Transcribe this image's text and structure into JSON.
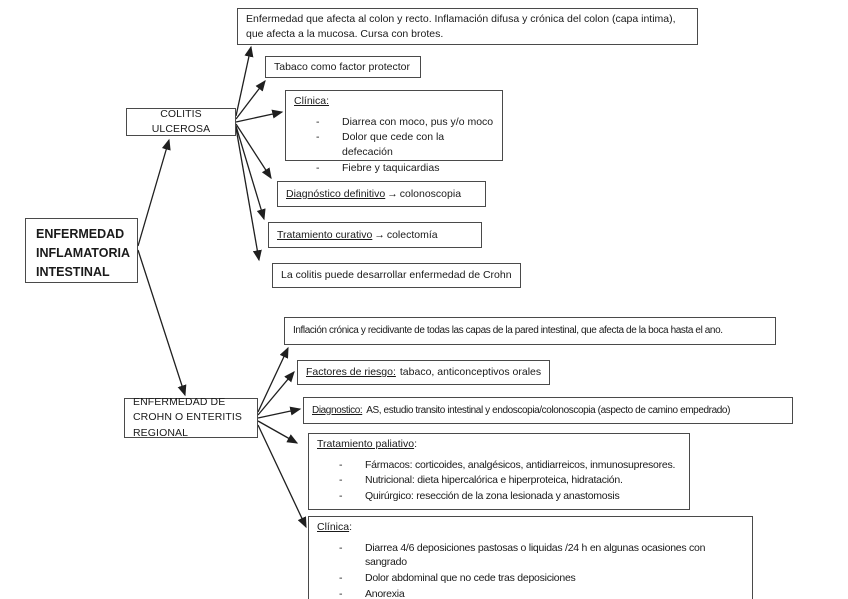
{
  "root": {
    "title": "ENFERMEDAD INFLAMATORIA INTESTINAL"
  },
  "uc": {
    "node_label": "COLITIS ULCEROSA",
    "description": "Enfermedad que afecta al colon y recto. Inflamación difusa y crónica del colon (capa intima), que afecta a la mucosa. Cursa con brotes.",
    "tabaco": "Tabaco como factor protector",
    "clinica": {
      "heading": "Clínica:",
      "items": [
        "Diarrea con moco, pus y/o moco",
        "Dolor que cede con la defecación",
        "Fiebre y taquicardias"
      ]
    },
    "diagnostico": {
      "heading": "Diagnóstico definitivo",
      "arrow": "→",
      "text": "colonoscopia"
    },
    "tratamiento": {
      "heading": "Tratamiento curativo",
      "arrow": "→",
      "text": "colectomía"
    },
    "nota": "La colitis puede desarrollar enfermedad de Crohn"
  },
  "crohn": {
    "node_label": "ENFERMEDAD DE CROHN O ENTERITIS REGIONAL",
    "description": "Inflación crónica y recidivante de todas las capas de la pared intestinal, que afecta de la boca hasta el ano.",
    "factores": {
      "heading": "Factores de riesgo:",
      "text": "tabaco, anticonceptivos orales"
    },
    "diagnostico": {
      "heading": "Diagnostico:",
      "text": "AS, estudio transito intestinal y endoscopia/colonoscopia (aspecto de camino empedrado)"
    },
    "tratamiento": {
      "heading": "Tratamiento paliativo",
      "colon": ":",
      "items": [
        "Fármacos: corticoides, analgésicos, antidiarreicos, inmunosupresores.",
        "Nutricional: dieta hipercalórica e hiperproteica, hidratación.",
        "Quirúrgico: resección de la zona lesionada y anastomosis"
      ]
    },
    "clinica": {
      "heading": "Clínica",
      "colon": ":",
      "items": [
        "Diarrea 4/6 deposiciones pastosas o liquidas /24 h en algunas ocasiones con sangrado",
        "Dolor abdominal que no cede tras deposiciones",
        "Anorexia"
      ]
    }
  },
  "colors": {
    "ink": "#1a1a1a",
    "border": "#4a4a4a",
    "background": "#ffffff"
  }
}
